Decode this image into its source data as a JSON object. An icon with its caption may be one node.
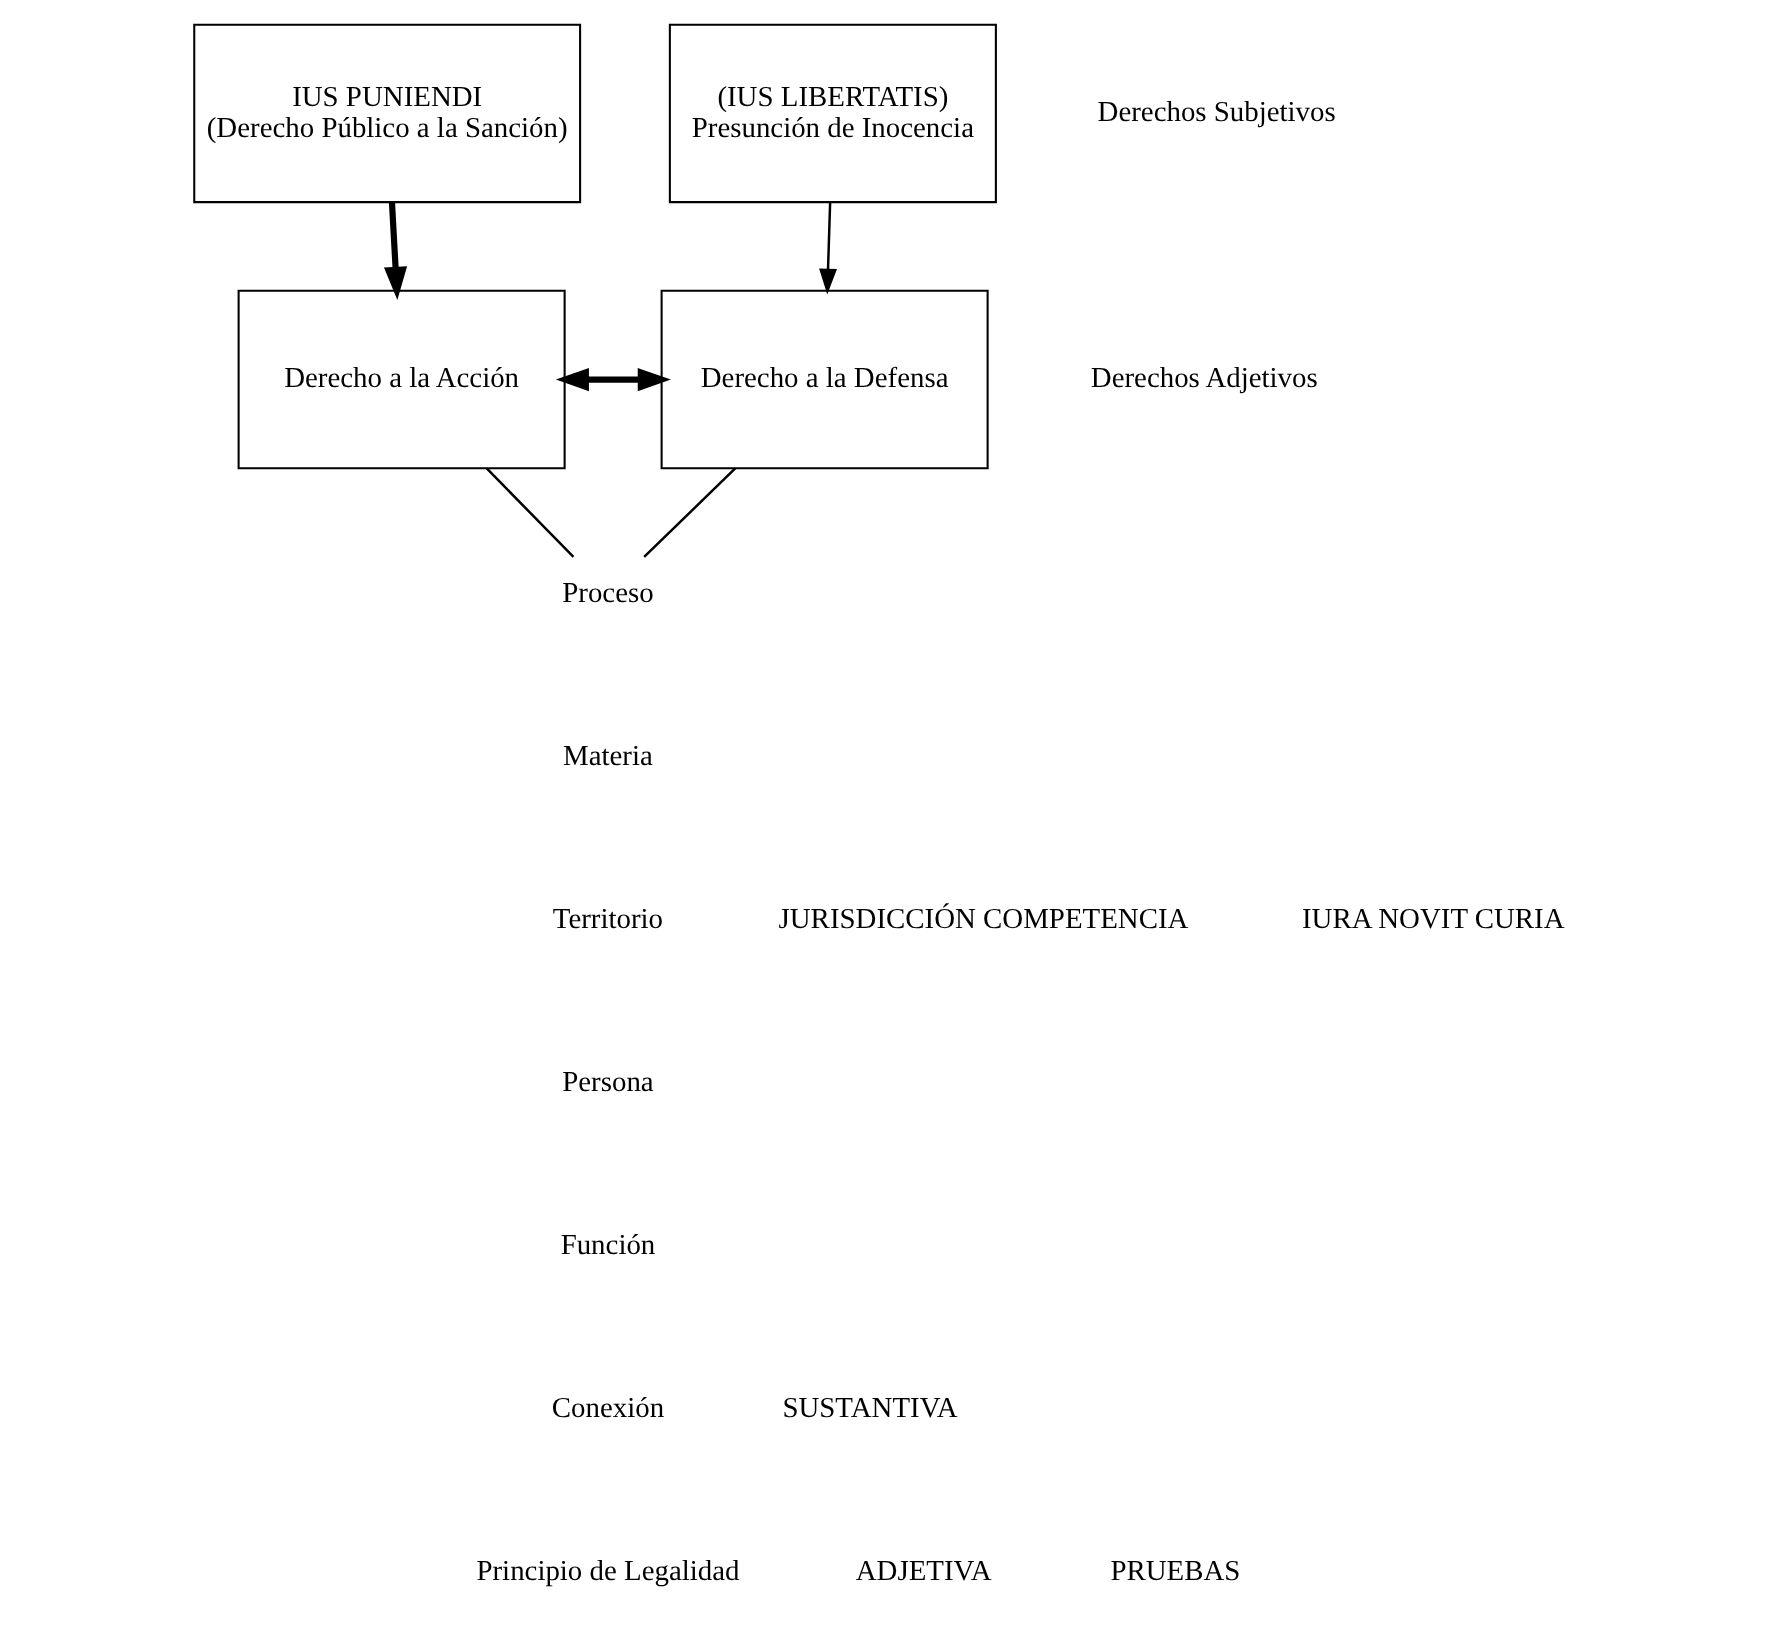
{
  "diagram": {
    "nodes": [
      {
        "text": [
          "IUS PUNIENDI",
          "(Derecho Público a la Sanción)"
        ]
      },
      {
        "text": [
          "(IUS LIBERTATIS)",
          "Presunción de Inocencia"
        ]
      },
      {
        "text": [
          "Derecho a la Acción"
        ]
      },
      {
        "text": [
          "Derecho a la Defensa"
        ]
      },
      {
        "text": [
          "Proceso"
        ]
      }
    ],
    "edges": [
      {
        "from": 0,
        "to": 2,
        "arrow": "to",
        "style": "thick"
      },
      {
        "from": 1,
        "to": 3,
        "arrow": "to"
      },
      {
        "from": 2,
        "to": 3,
        "arrow": "both",
        "style": "thick"
      },
      {
        "from": 2,
        "to": 4,
        "arrow": "none"
      },
      {
        "from": 3,
        "to": 4,
        "arrow": "none"
      }
    ],
    "labels": [
      "Derechos Subjetivos",
      "Derechos Adjetivos",
      "Materia",
      "Territorio",
      "Persona",
      "Función",
      "Conexión",
      "JURISDICCIÓN COMPETENCIA",
      "IURA NOVIT CURIA",
      "Principio de Legalidad",
      "SUSTANTIVA",
      "ADJETIVA",
      "PRUEBAS"
    ]
  }
}
